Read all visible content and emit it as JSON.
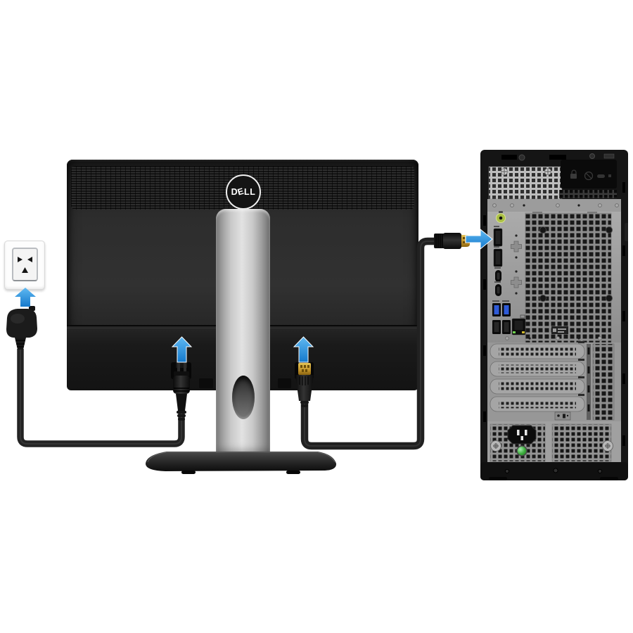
{
  "page": {
    "background": "#ffffff"
  },
  "monitor": {
    "brand_logo": "DELL",
    "logo_letters": [
      "D",
      "E",
      "L",
      "L"
    ]
  },
  "wall_outlet": {
    "icon": "power-socket-3pin"
  },
  "power_plug": {
    "icon": "power-plug"
  },
  "cables": [
    {
      "name": "power-cable"
    },
    {
      "name": "hdmi-cable"
    }
  ],
  "arrows": [
    {
      "name": "arrow-up-into-outlet",
      "direction": "up"
    },
    {
      "name": "arrow-up-into-monitor-power-port",
      "direction": "up"
    },
    {
      "name": "arrow-up-into-monitor-hdmi-port",
      "direction": "up"
    },
    {
      "name": "arrow-right-into-tower-video-port",
      "direction": "right"
    }
  ],
  "tower": {
    "ports": [
      "audio-line-out-jack",
      "displayport-1",
      "displayport-2",
      "usb-c-port-1",
      "usb-c-port-2",
      "usb-3-port-1",
      "usb-3-port-2",
      "usb-2-port-1",
      "usb-2-port-2",
      "ethernet-rj45-port",
      "power-inlet-c14"
    ],
    "indicators": [
      "psu-test-led-green",
      "ethernet-activity-leds"
    ],
    "features": [
      "security-lock-plate",
      "fan-vent-grille",
      "expansion-slot-covers-x4",
      "psu-vent-grille"
    ]
  },
  "colors": {
    "arrow-blue-light": "#5fb9f2",
    "arrow-blue-dark": "#1579cc",
    "usb3-blue": "#2f5bd8",
    "audio-jack-green": "#aabf44",
    "psu-led-green": "#3fae3f",
    "connector-gold": "#c0922a",
    "stand-silver": "#c9c9c9"
  }
}
